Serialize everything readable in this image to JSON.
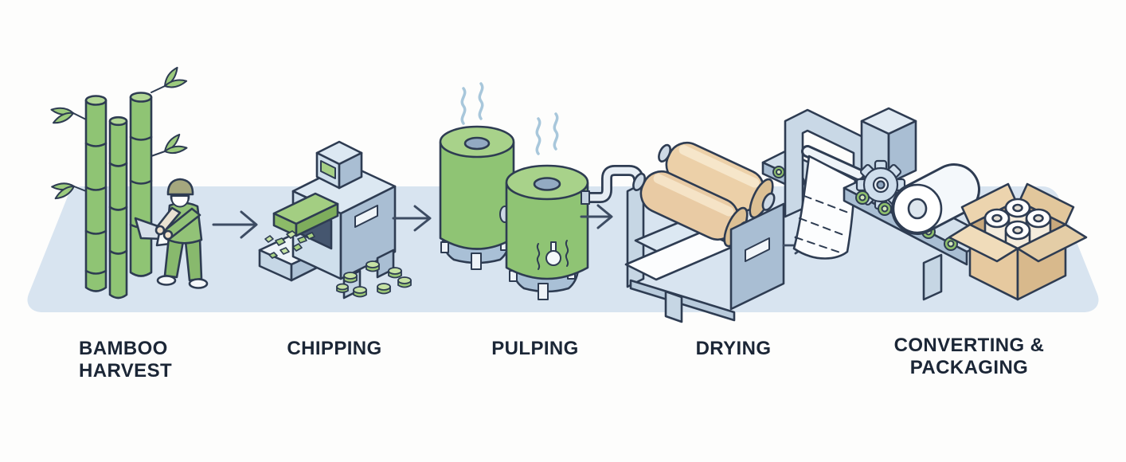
{
  "diagram": {
    "type": "process-flow",
    "subject": "bamboo toilet paper production line",
    "stages": [
      {
        "id": "bamboo-harvest",
        "label_line1": "BAMBOO",
        "label_line2": "HARVEST",
        "illustration": "worker-cutting-bamboo-stalks"
      },
      {
        "id": "chipping",
        "label_line1": "CHIPPING",
        "label_line2": "",
        "illustration": "chipper-machine-with-green-chips"
      },
      {
        "id": "pulping",
        "label_line1": "PULPING",
        "label_line2": "",
        "illustration": "two-steaming-green-pulp-tanks"
      },
      {
        "id": "drying",
        "label_line1": "DRYING",
        "label_line2": "",
        "illustration": "tan-roller-drying-machine-with-paper-sheet"
      },
      {
        "id": "converting-packaging",
        "label_line1": "CONVERTING &",
        "label_line2": "PACKAGING",
        "illustration": "converting-line-gear-conveyor-roll-and-packed-box"
      }
    ],
    "arrows_between_stages": 4
  },
  "colors": {
    "background": "#fdfdfc",
    "platform_blue": "#d8e4f0",
    "outline_navy": "#2e3c52",
    "label_navy": "#1b2636",
    "arrow_navy": "#3d4c63",
    "bamboo_green": "#8fc474",
    "bamboo_green_light": "#a8d28a",
    "chip_green": "#a9d283",
    "machine_blue_light": "#dce8f2",
    "machine_blue": "#c3d4e3",
    "machine_blue_dark": "#a9bed3",
    "roller_tan": "#ecd0a8",
    "cardboard_tan": "#e6c99f",
    "steam_blue": "#a8c7db",
    "paper_white": "#fcfdfe"
  }
}
